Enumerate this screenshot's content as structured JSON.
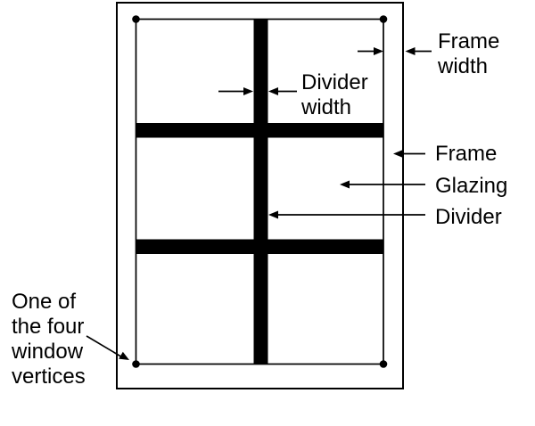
{
  "colors": {
    "ink": "#000000",
    "paper": "#ffffff"
  },
  "figure": {
    "panes": 6,
    "pane_rows": 3,
    "pane_columns": 2,
    "vertical_dividers": 1,
    "horizontal_dividers": 2,
    "vertex_dots": 4
  },
  "labels": {
    "frame_width": {
      "lines": [
        "Frame",
        "width"
      ]
    },
    "divider_width": {
      "lines": [
        "Divider",
        "width"
      ]
    },
    "frame": {
      "text": "Frame"
    },
    "glazing": {
      "text": "Glazing"
    },
    "divider": {
      "text": "Divider"
    },
    "vertex_note": {
      "lines": [
        "One of",
        "the four",
        "window",
        "vertices"
      ]
    }
  }
}
